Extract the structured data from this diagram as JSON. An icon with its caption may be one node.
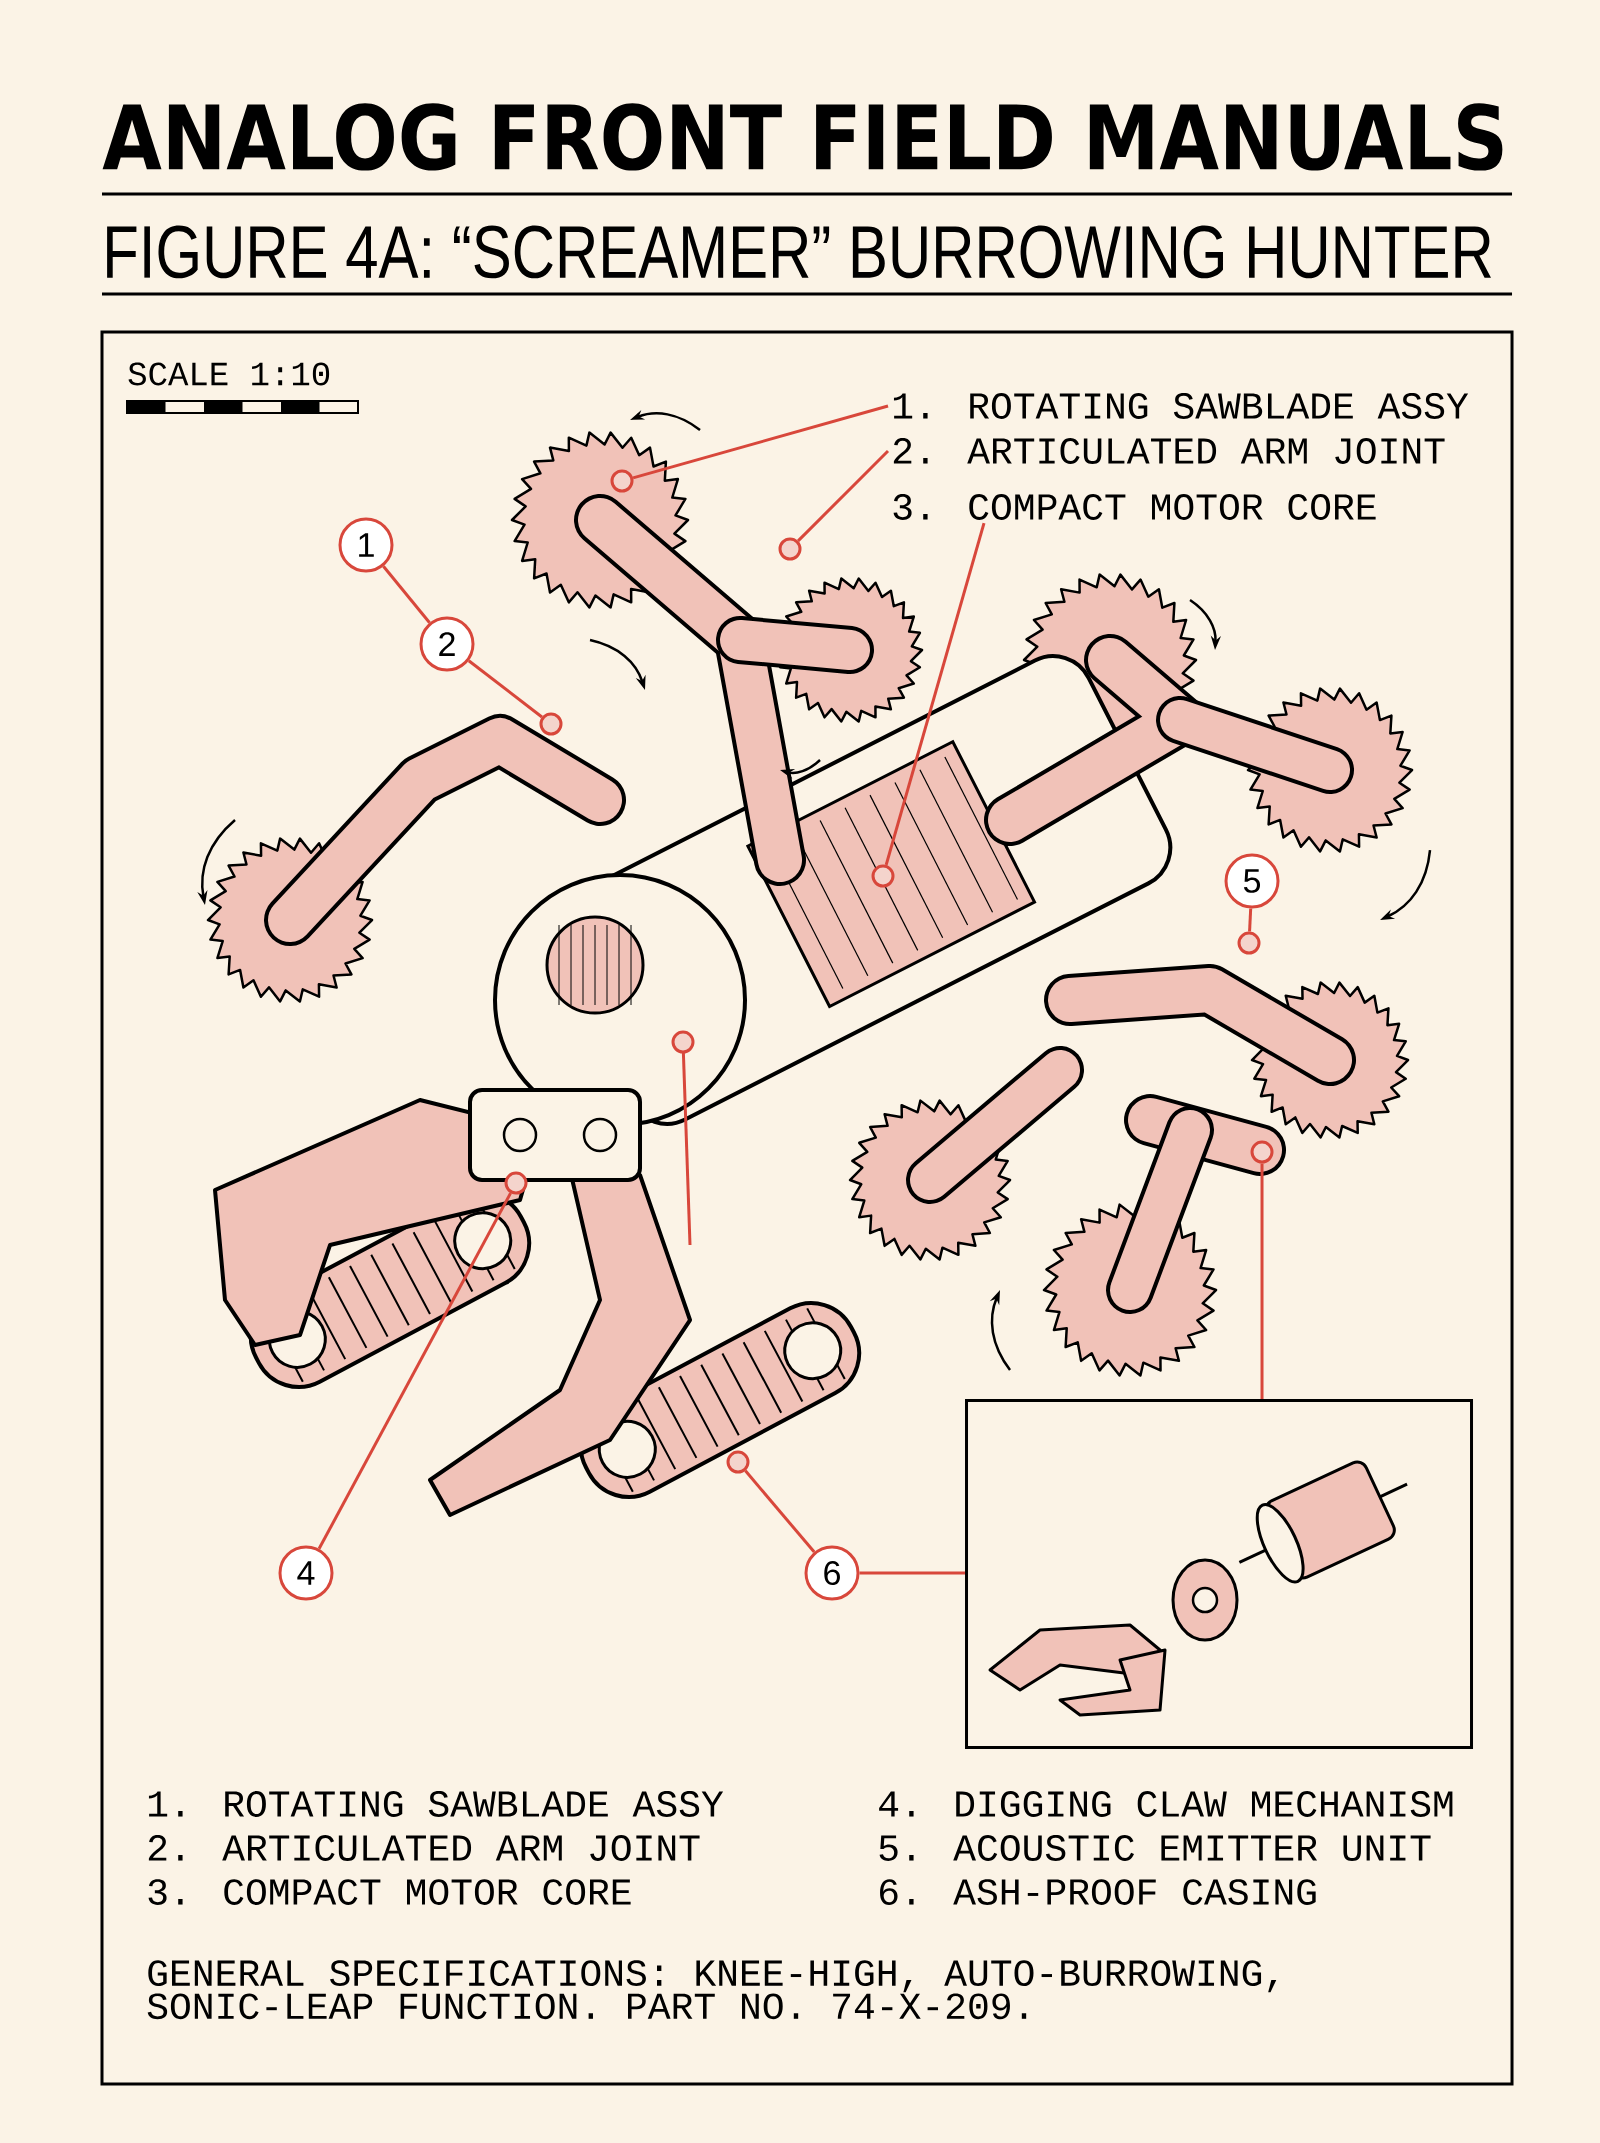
{
  "diagram": {
    "title": "ANALOG FRONT FIELD MANUALS",
    "nodes": [
      {
        "text": [
          "1. ROTATING SAWBLADE ASSY"
        ]
      },
      {
        "text": [
          "2. ARTICULATED ARM JOINT"
        ]
      },
      {
        "text": [
          "3. COMPACT MOTOR CORE"
        ]
      },
      {
        "text": [],
        "shape": "circle"
      },
      {
        "text": [],
        "shape": "circle"
      },
      {
        "text": [],
        "shape": "circle"
      },
      {
        "text": [
          "1"
        ]
      },
      {
        "text": [
          "2"
        ]
      },
      {
        "text": [],
        "shape": "circle"
      },
      {
        "text": [
          "5"
        ]
      },
      {
        "text": [],
        "shape": "circle"
      },
      {
        "text": [],
        "shape": "circle"
      },
      {
        "text": [],
        "shape": "picture"
      },
      {
        "text": [
          "4"
        ]
      },
      {
        "text": [],
        "shape": "circle"
      },
      {
        "text": [
          "6"
        ]
      },
      {
        "text": [],
        "shape": "circle"
      }
    ],
    "edges": [
      {
        "from": 0,
        "to": 3,
        "arrow": "none"
      },
      {
        "from": 1,
        "to": 4,
        "arrow": "none"
      },
      {
        "from": 2,
        "to": 5,
        "arrow": "none"
      },
      {
        "from": 6,
        "to": 7,
        "arrow": "none"
      },
      {
        "from": 7,
        "to": 8,
        "arrow": "none"
      },
      {
        "from": 9,
        "to": 10,
        "arrow": "none"
      },
      {
        "from": 11,
        "to": 12,
        "arrow": "none"
      },
      {
        "from": 13,
        "to": 14,
        "arrow": "none"
      },
      {
        "from": 15,
        "to": 16,
        "arrow": "none"
      },
      {
        "from": 15,
        "to": 12,
        "arrow": "none"
      }
    ],
    "labels": [
      "FIGURE 4A: “SCREAMER” BURROWING HUNTER",
      "SCALE 1:10",
      "1. ROTATING SAWBLADE ASSY",
      "4. DIGGING CLAW MECHANISM",
      "2. ARTICULATED ARM JOINT",
      "5. ACOUSTIC EMITTER UNIT",
      "3. COMPACT MOTOR CORE",
      "6. ASH-PROOF CASING",
      "GENERAL SPECIFICATIONS: KNEE-HIGH, AUTO-BURROWING, SONIC-LEAP FUNCTION. PART NO. 74-X-209."
    ]
  }
}
